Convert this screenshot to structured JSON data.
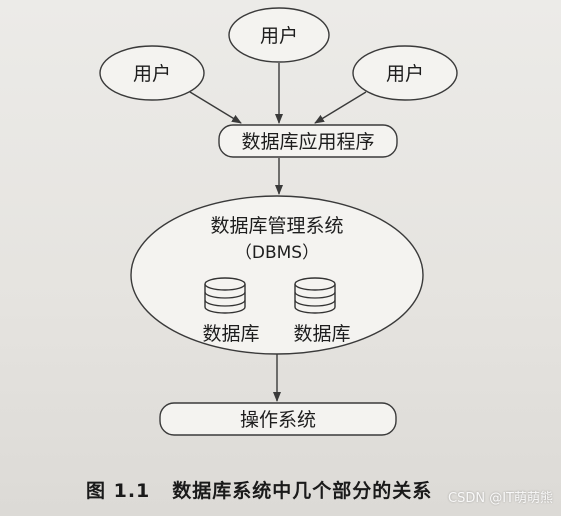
{
  "users": [
    {
      "label": "用户"
    },
    {
      "label": "用户"
    },
    {
      "label": "用户"
    }
  ],
  "app": {
    "label": "数据库应用程序"
  },
  "dbms": {
    "line1": "数据库管理系统",
    "line2": "（DBMS）"
  },
  "databases": [
    {
      "label": "数据库"
    },
    {
      "label": "数据库"
    }
  ],
  "os": {
    "label": "操作系统"
  },
  "caption": {
    "fig_num": "图 1.1",
    "title": "数据库系统中几个部分的关系"
  },
  "watermark": "CSDN @IT萌萌熊"
}
